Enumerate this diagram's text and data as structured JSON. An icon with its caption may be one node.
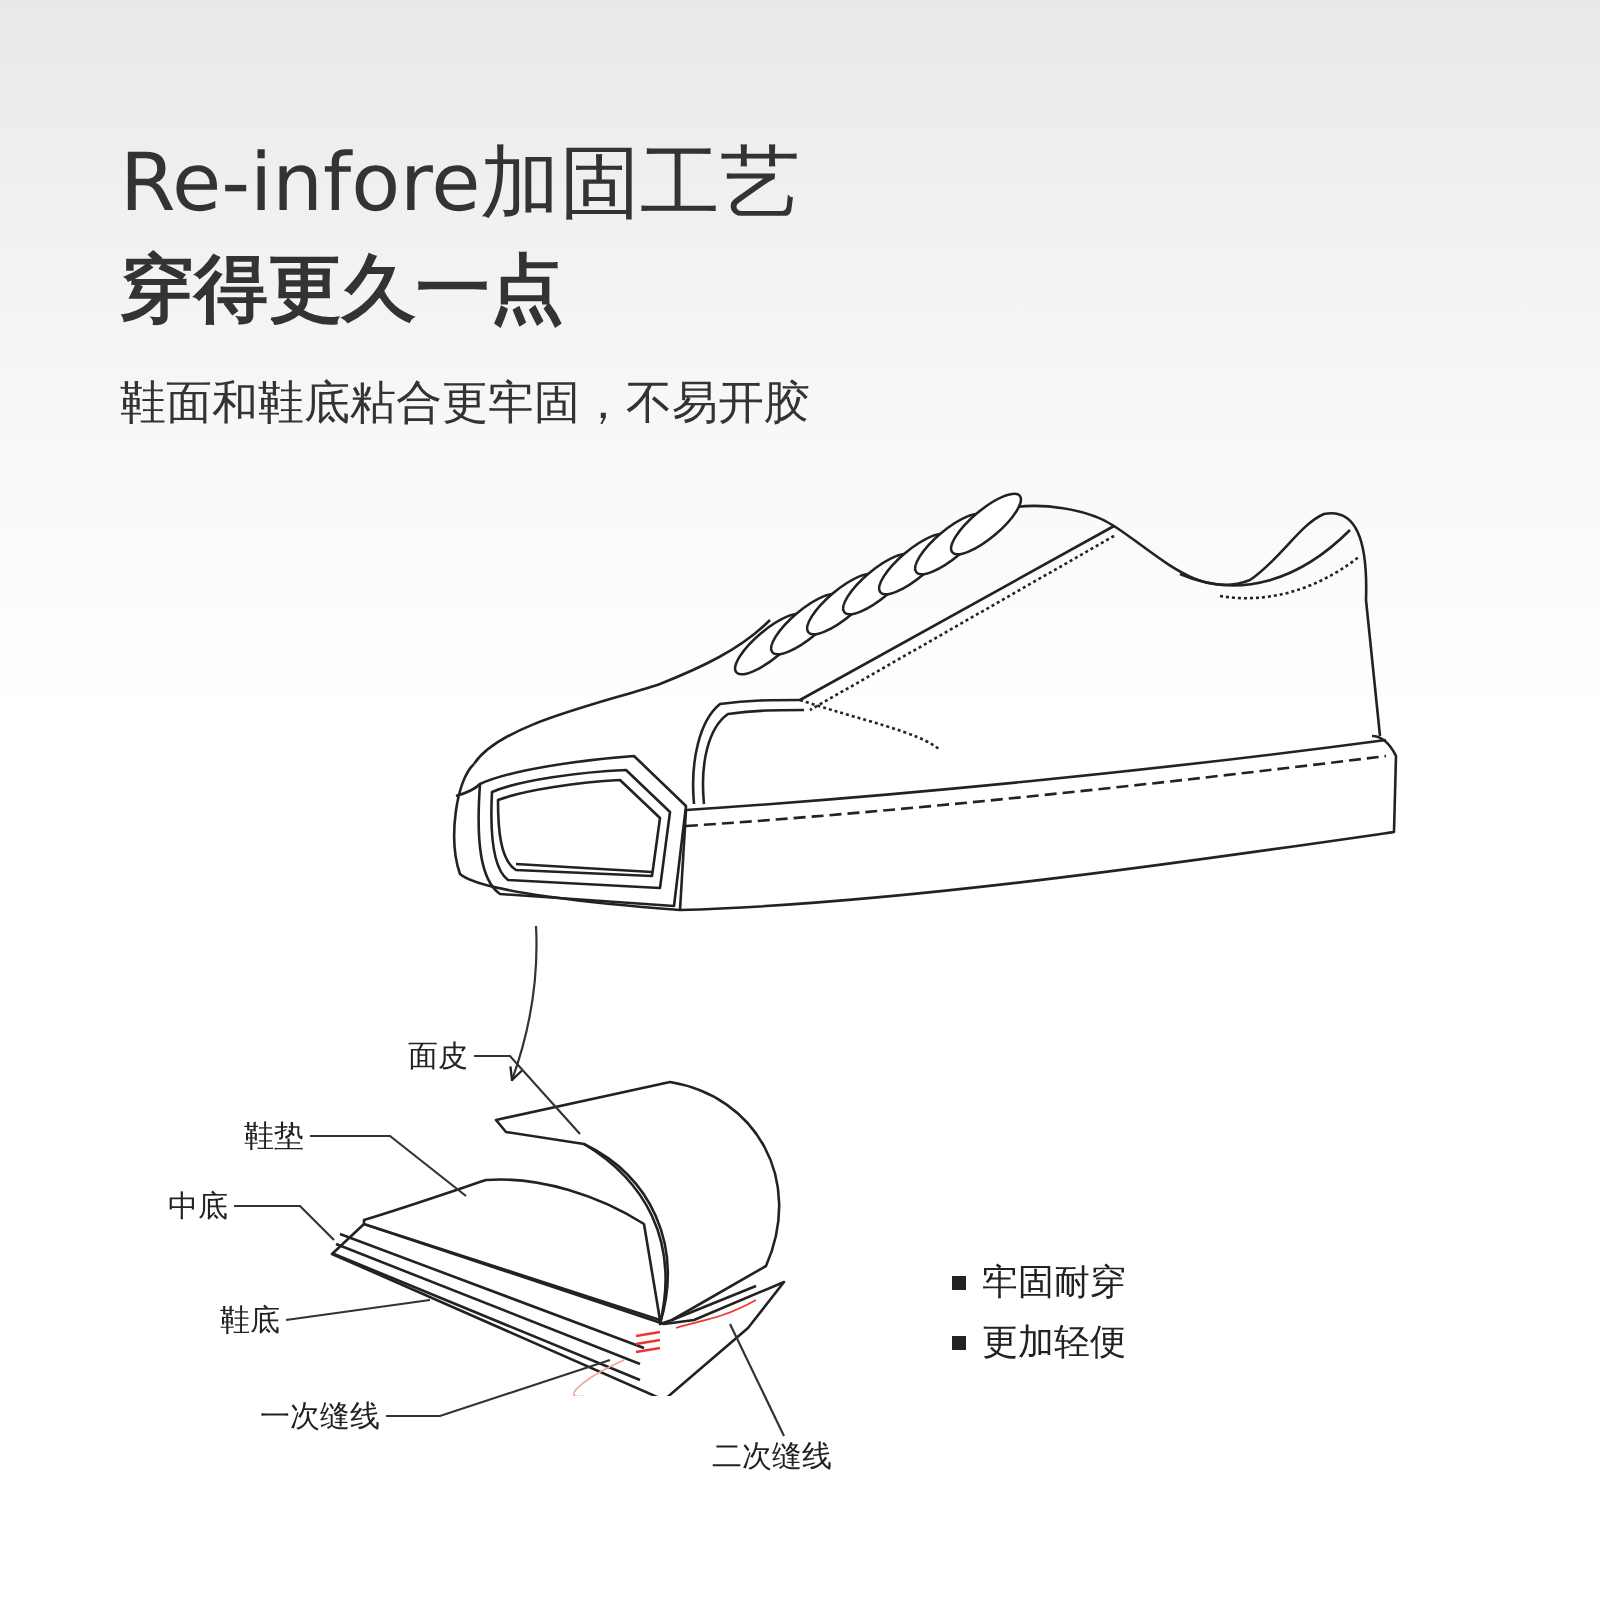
{
  "diagram": {
    "title": "Re-infore加固工艺",
    "nodes": [
      {
        "text": [],
        "shape": "picture"
      },
      {
        "text": [],
        "shape": "picture"
      },
      {
        "text": [
          "面皮"
        ]
      },
      {
        "text": [
          "鞋垫"
        ]
      },
      {
        "text": [
          "中底"
        ]
      },
      {
        "text": [
          "鞋底"
        ]
      },
      {
        "text": [
          "一次缝线"
        ]
      },
      {
        "text": [
          "二次缝线"
        ]
      }
    ],
    "edges": [
      {
        "from": 0,
        "to": 1,
        "arrow": "to"
      },
      {
        "from": 2,
        "to": 1,
        "arrow": "none"
      },
      {
        "from": 3,
        "to": 1,
        "arrow": "none"
      },
      {
        "from": 4,
        "to": 1,
        "arrow": "none"
      },
      {
        "from": 5,
        "to": 1,
        "arrow": "none"
      },
      {
        "from": 6,
        "to": 1,
        "arrow": "none"
      },
      {
        "from": 7,
        "to": 1,
        "arrow": "none"
      }
    ],
    "labels": [
      "穿得更久一点",
      "鞋面和鞋底粘合更牢固，不易开胶",
      "牢固耐穿",
      "更加轻便"
    ]
  }
}
